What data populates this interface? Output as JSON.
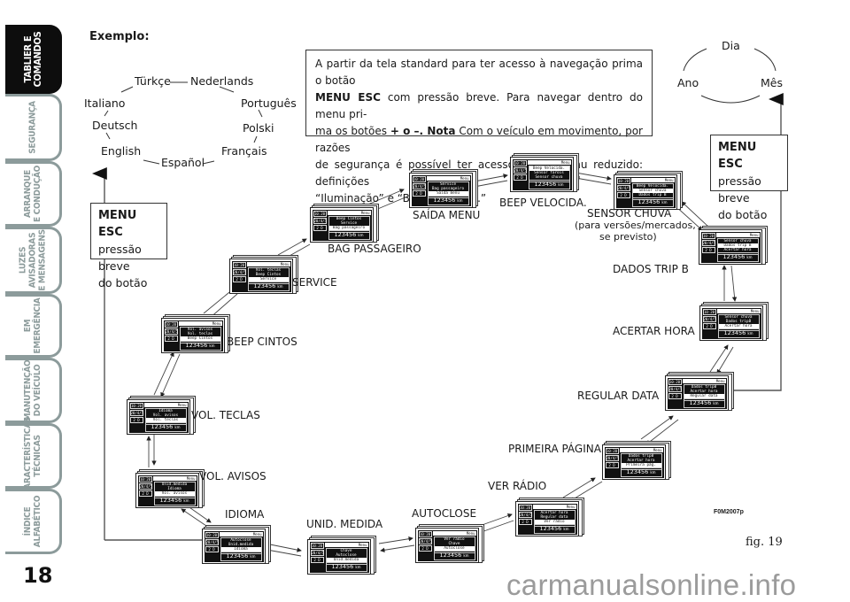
{
  "sidebar": {
    "tabs": [
      {
        "label": "TABLIER E\nCOMANDOS",
        "active": true
      },
      {
        "label": "SEGURANÇA",
        "active": false
      },
      {
        "label": "ARRANQUE\nE CONDUÇÃO",
        "active": false
      },
      {
        "label": "LUZES\nAVISADORAS\nE MENSAGENS",
        "active": false
      },
      {
        "label": "EM\nEMERGÊNCIA",
        "active": false
      },
      {
        "label": "MANUTENÇÃO\nDO VEÍCULO",
        "active": false
      },
      {
        "label": "CARACTERÍSTICAS\nTÉCNICAS",
        "active": false
      },
      {
        "label": "ÍNDICE\nALFABÉTICO",
        "active": false
      }
    ],
    "page_number": "18"
  },
  "heading": "Exemplo:",
  "languages": [
    "Türkçe",
    "Nederlands",
    "Italiano",
    "Português",
    "Deutsch",
    "Polski",
    "English",
    "Español",
    "Français"
  ],
  "note": {
    "line1": "A partir da tela standard para ter acesso à navegação prima o botão",
    "bold1": "MENU ESC",
    "line2": " com pressão breve. Para navegar dentro do menu pri-",
    "line3a": "ma os botões ",
    "plus_minus": "+ o –.",
    "nota": " Nota",
    "line3b": "  Com o veículo em movimento, por razões",
    "line4": "de segurança é possível ter acesso só ao menu reduzido: definições",
    "line5": "“Iluminação” e “Beep velocida.”"
  },
  "date_cycle": [
    "Dia",
    "Ano",
    "Mês"
  ],
  "menu_esc_left": {
    "title": "MENU ESC",
    "line1": "pressão breve",
    "line2": "do botão"
  },
  "menu_esc_right": {
    "title": "MENU ESC",
    "line1": "pressão breve",
    "line2": "do botão"
  },
  "display": {
    "header_right": "Menu",
    "time": "10:20",
    "date": "20/4/5",
    "gear": "2 D",
    "odometer": "123456",
    "odometer_unit": "km"
  },
  "menu_items": [
    {
      "label": "SAÍDA MENU",
      "lines": [
        "Service",
        "Bag passageiro",
        "Saída menu"
      ]
    },
    {
      "label": "BEEP VELOCIDA.",
      "lines": [
        "Beep Velocida.",
        "Sensor farois",
        "Sensor chuva"
      ],
      "sel": 0
    },
    {
      "label": "SENSOR CHUVA",
      "sublabel1": "(para versões/mercados,",
      "sublabel2": "se previsto)",
      "lines": [
        "Beep Velocida.",
        "Sensor chuva",
        "Dados trip B"
      ],
      "sel": 1
    },
    {
      "label": "DADOS TRIP B",
      "lines": [
        "Sensor chuva",
        "Dados trip B",
        "Acertar hora"
      ],
      "sel": 1
    },
    {
      "label": "ACERTAR HORA",
      "lines": [
        "Sensor chuva",
        "Dados tripB",
        "Acertar hora"
      ]
    },
    {
      "label": "REGULAR DATA",
      "lines": [
        "Dados tripB",
        "Acertar hora",
        "Regular data"
      ]
    },
    {
      "label": "PRIMEIRA PÁGINA",
      "lines": [
        "Dados tripB",
        "Acertar hora",
        "Primeira pág."
      ]
    },
    {
      "label": "VER   RÁDIO",
      "lines": [
        "Acertar hora",
        "Regular data",
        "Ver rádio"
      ]
    },
    {
      "label": "AUTOCLOSE",
      "lines": [
        "Ver rádio",
        "Chave",
        "Autoclose"
      ]
    },
    {
      "label": "UNID. MEDIDA",
      "lines": [
        "Chave",
        "Autoclose",
        "Unid.medida"
      ]
    },
    {
      "label": "IDIOMA",
      "lines": [
        "Autoclose",
        "Unid.medida",
        "Idioma"
      ]
    },
    {
      "label": "VOL. AVISOS",
      "lines": [
        "Unid.medida",
        "Idioma",
        "Vol. avisos"
      ]
    },
    {
      "label": "VOL. TECLAS",
      "lines": [
        "Idioma",
        "Vol. avisos",
        "Vol. teclas"
      ]
    },
    {
      "label": "BEEP CINTOS",
      "lines": [
        "Vol. avisos",
        "Vol. teclas",
        "Beep Cintos"
      ]
    },
    {
      "label": "SERVICE",
      "lines": [
        "Vol. teclas",
        "Beep Cintos",
        "Service"
      ]
    },
    {
      "label": "BAG PASSAGEIRO",
      "lines": [
        "Beep Cintos",
        "Service",
        "Bag passageiro"
      ]
    }
  ],
  "figure_code": "F0M2007p",
  "figure_label": "fig. 19",
  "watermark": "carmanualsonline.info"
}
